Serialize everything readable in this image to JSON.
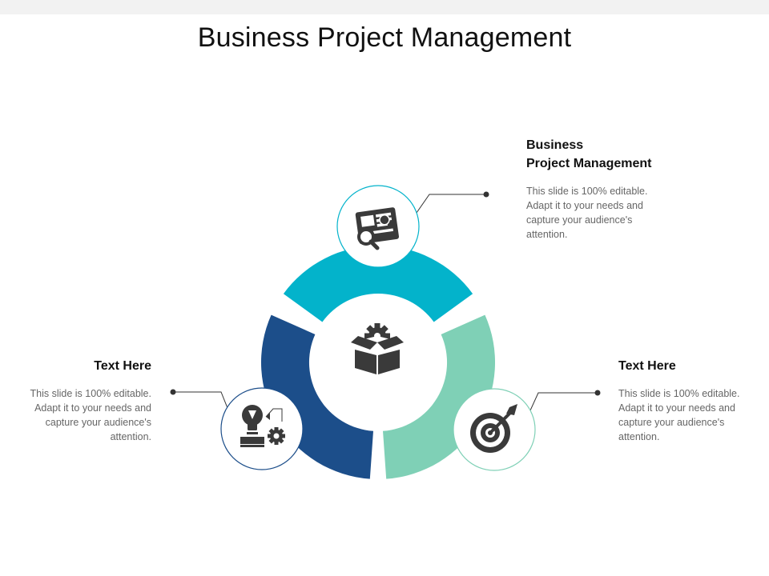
{
  "slide": {
    "title": "Business Project Management"
  },
  "colors": {
    "top_segment": "#03b3cb",
    "left_segment": "#1c4e8a",
    "right_segment": "#7fd0b6",
    "icon": "#3a3a3a",
    "connector": "#333333"
  },
  "center": {
    "icon": "box-with-gear-icon"
  },
  "items": [
    {
      "position": "top",
      "heading_line1": "Business",
      "heading_line2": "Project Management",
      "body": "This slide is 100% editable. Adapt it to your needs and capture your audience's attention.",
      "icon": "document-magnifier-icon"
    },
    {
      "position": "right",
      "heading": "Text Here",
      "body": "This slide is 100% editable. Adapt it to your needs and capture your audience's attention.",
      "icon": "target-arrow-icon"
    },
    {
      "position": "left",
      "heading": "Text Here",
      "body": "This slide is 100% editable. Adapt it to your needs and capture your audience's attention.",
      "icon": "lightbulb-gear-icon"
    }
  ]
}
